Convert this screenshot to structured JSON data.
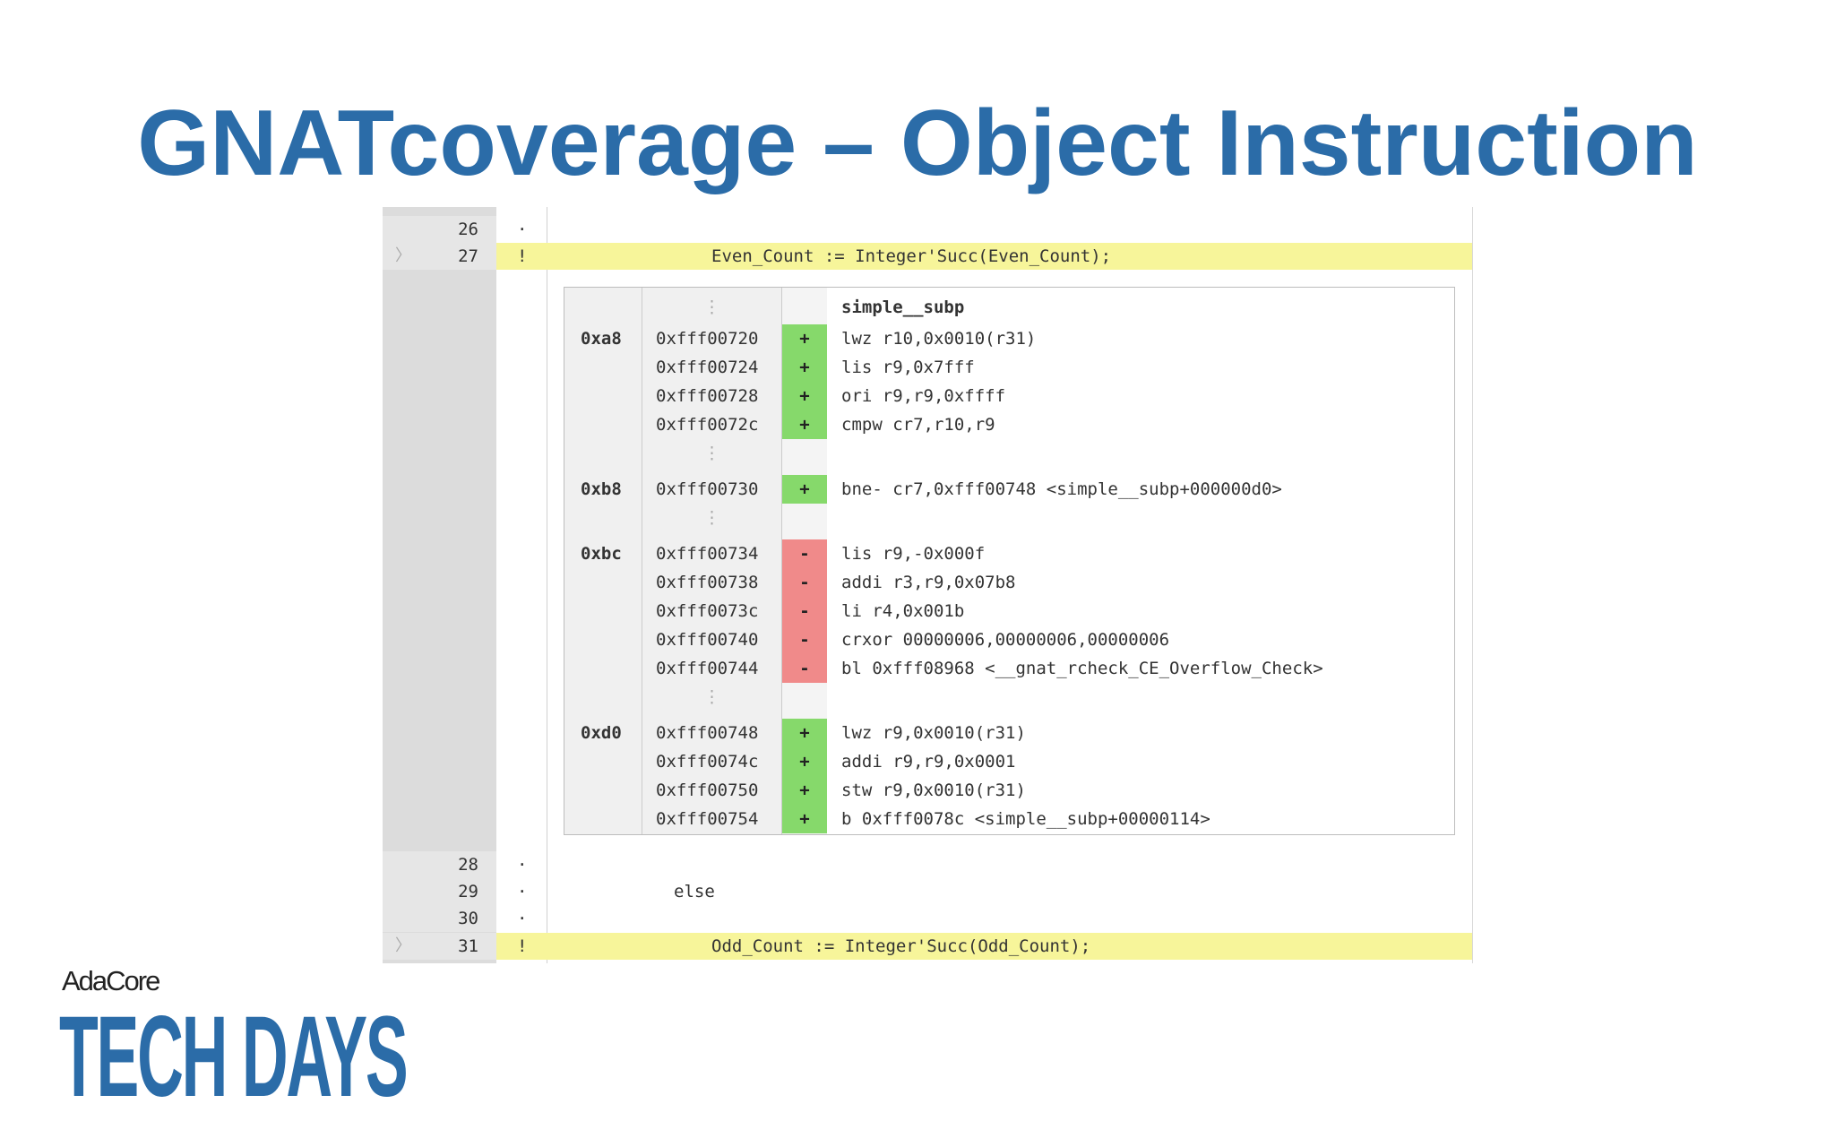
{
  "title": "GNATcoverage – Object Instruction",
  "colors": {
    "title": "#2b6ca8",
    "covered": "#86d96b",
    "not_covered": "#f08a8a",
    "partial_line": "#f7f59a"
  },
  "source_lines_top": [
    {
      "num": "26",
      "mark": "·",
      "code": "",
      "highlight": false
    },
    {
      "num": "27",
      "mark": "!",
      "code": "Even_Count := Integer'Succ(Even_Count);",
      "highlight": true,
      "expand_icon": "chevron-right-icon"
    }
  ],
  "asm": {
    "routine": "simple__subp",
    "rows": [
      {
        "type": "sep"
      },
      {
        "offset": "0xa8",
        "addr": "0xfff00720",
        "cov": "+",
        "ins": "lwz r10,0x0010(r31)"
      },
      {
        "offset": "",
        "addr": "0xfff00724",
        "cov": "+",
        "ins": "lis r9,0x7fff"
      },
      {
        "offset": "",
        "addr": "0xfff00728",
        "cov": "+",
        "ins": "ori r9,r9,0xffff"
      },
      {
        "offset": "",
        "addr": "0xfff0072c",
        "cov": "+",
        "ins": "cmpw cr7,r10,r9"
      },
      {
        "type": "sep"
      },
      {
        "offset": "0xb8",
        "addr": "0xfff00730",
        "cov": "+",
        "ins": "bne- cr7,0xfff00748 <simple__subp+000000d0>"
      },
      {
        "type": "sep"
      },
      {
        "offset": "0xbc",
        "addr": "0xfff00734",
        "cov": "-",
        "ins": "lis r9,-0x000f"
      },
      {
        "offset": "",
        "addr": "0xfff00738",
        "cov": "-",
        "ins": "addi r3,r9,0x07b8"
      },
      {
        "offset": "",
        "addr": "0xfff0073c",
        "cov": "-",
        "ins": "li r4,0x001b"
      },
      {
        "offset": "",
        "addr": "0xfff00740",
        "cov": "-",
        "ins": "crxor 00000006,00000006,00000006"
      },
      {
        "offset": "",
        "addr": "0xfff00744",
        "cov": "-",
        "ins": "bl 0xfff08968 <__gnat_rcheck_CE_Overflow_Check>"
      },
      {
        "type": "sep"
      },
      {
        "offset": "0xd0",
        "addr": "0xfff00748",
        "cov": "+",
        "ins": "lwz r9,0x0010(r31)"
      },
      {
        "offset": "",
        "addr": "0xfff0074c",
        "cov": "+",
        "ins": "addi r9,r9,0x0001"
      },
      {
        "offset": "",
        "addr": "0xfff00750",
        "cov": "+",
        "ins": "stw r9,0x0010(r31)"
      },
      {
        "offset": "",
        "addr": "0xfff00754",
        "cov": "+",
        "ins": "b 0xfff0078c <simple__subp+00000114>"
      }
    ]
  },
  "source_lines_bottom": [
    {
      "num": "28",
      "mark": "·",
      "code": "",
      "highlight": false
    },
    {
      "num": "29",
      "mark": "·",
      "code": "else",
      "highlight": false
    },
    {
      "num": "30",
      "mark": "·",
      "code": "",
      "highlight": false
    },
    {
      "num": "31",
      "mark": "!",
      "code": "Odd_Count := Integer'Succ(Odd_Count);",
      "highlight": true,
      "expand_icon": "chevron-right-icon"
    }
  ],
  "logo": {
    "brand": "AdaCore",
    "event": "TECH DAYS"
  }
}
